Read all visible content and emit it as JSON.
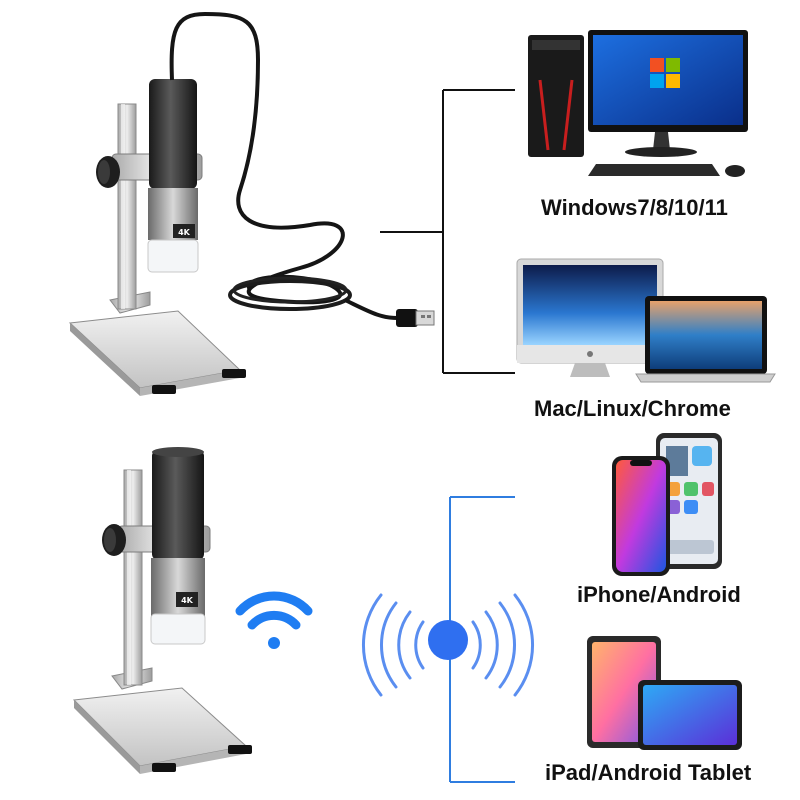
{
  "platforms": {
    "windows": "Windows7/8/10/11",
    "mac": "Mac/Linux/Chrome",
    "phone": "iPhone/Android",
    "tablet": "iPad/Android Tablet"
  },
  "microscope_badge": "4K",
  "colors": {
    "wired_line": "#111111",
    "wireless_line": "#2f7de0",
    "signal_dot": "#2f6ff0",
    "wifi_icon": "#1f7df2",
    "stand_metal": "#c9c9c9",
    "microscope_body": "#2b2b2b"
  },
  "icons": [
    "wifi-icon",
    "usb-plug-icon",
    "wireless-signal-icon"
  ]
}
